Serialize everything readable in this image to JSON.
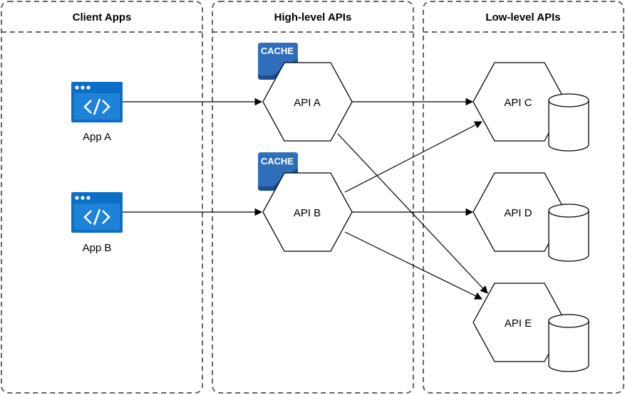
{
  "lanes": [
    {
      "title": "Client Apps"
    },
    {
      "title": "High-level APIs"
    },
    {
      "title": "Low-level APIs"
    }
  ],
  "apps": [
    {
      "label": "App A",
      "icon": "code-window-icon"
    },
    {
      "label": "App B",
      "icon": "code-window-icon"
    }
  ],
  "high_apis": [
    {
      "label": "API A",
      "cache": "CACHE"
    },
    {
      "label": "API B",
      "cache": "CACHE"
    }
  ],
  "low_apis": [
    {
      "label": "API C",
      "store": "database-icon"
    },
    {
      "label": "API D",
      "store": "database-icon"
    },
    {
      "label": "API E",
      "store": "database-icon"
    }
  ],
  "edges": [
    {
      "from": "App A",
      "to": "API A"
    },
    {
      "from": "App B",
      "to": "API B"
    },
    {
      "from": "API A",
      "to": "API C"
    },
    {
      "from": "API A",
      "to": "API E"
    },
    {
      "from": "API B",
      "to": "API C"
    },
    {
      "from": "API B",
      "to": "API D"
    },
    {
      "from": "API B",
      "to": "API E"
    }
  ],
  "colors": {
    "app_icon_blue": "#0b6fc7",
    "cache_blue": "#2f6fba",
    "lane_border": "#666666"
  }
}
